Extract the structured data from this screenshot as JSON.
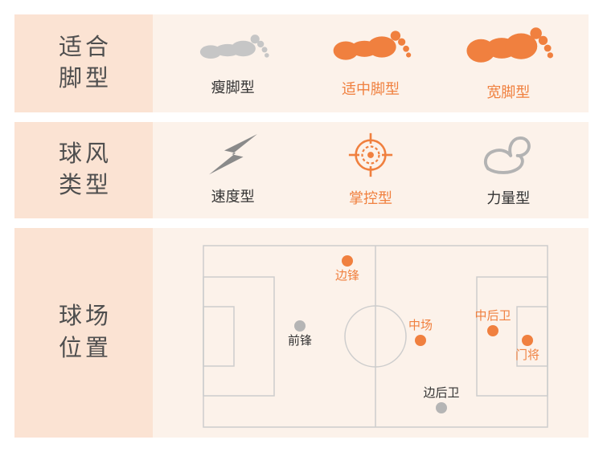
{
  "colors": {
    "accent": "#F0803F",
    "inactive_gray": "#C6C6C6",
    "bolt_gray": "#8A8A8A",
    "muscle_gray": "#B3B3B3",
    "dot_gray": "#B5B5B5",
    "label_text": "#4F4F4F",
    "dark_text": "#333333",
    "panel_bg": "#FBE3D3",
    "content_bg": "#FCF2EA",
    "field_line": "#CDCDCD"
  },
  "sections": {
    "foot_type": {
      "label_line1": "适合",
      "label_line2": "脚型",
      "items": [
        {
          "label": "瘦脚型",
          "active": false,
          "icon": "footprint-narrow-icon"
        },
        {
          "label": "适中脚型",
          "active": true,
          "icon": "footprint-medium-icon"
        },
        {
          "label": "宽脚型",
          "active": true,
          "icon": "footprint-wide-icon"
        }
      ]
    },
    "play_style": {
      "label_line1": "球风",
      "label_line2": "类型",
      "items": [
        {
          "label": "速度型",
          "active": false,
          "icon": "lightning-icon"
        },
        {
          "label": "掌控型",
          "active": true,
          "icon": "target-icon"
        },
        {
          "label": "力量型",
          "active": false,
          "icon": "muscle-icon"
        }
      ]
    },
    "positions": {
      "label_line1": "球场",
      "label_line2": "位置",
      "items": [
        {
          "label": "边锋",
          "active": true
        },
        {
          "label": "前锋",
          "active": false
        },
        {
          "label": "中场",
          "active": true
        },
        {
          "label": "中后卫",
          "active": true
        },
        {
          "label": "门将",
          "active": true
        },
        {
          "label": "边后卫",
          "active": false
        }
      ]
    }
  }
}
